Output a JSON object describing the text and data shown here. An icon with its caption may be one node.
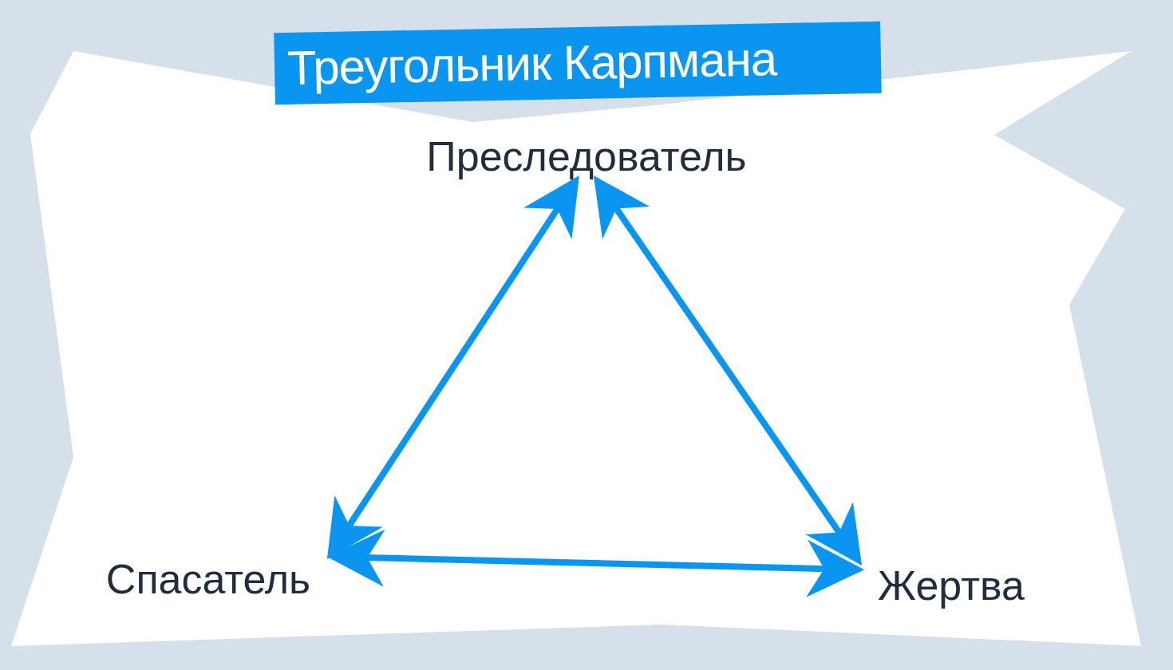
{
  "diagram": {
    "title": "Треугольник Карпмана",
    "nodes": [
      {
        "text": [
          "Преследователь"
        ]
      },
      {
        "text": [
          "Спасатель"
        ]
      },
      {
        "text": [
          "Жертва"
        ]
      }
    ],
    "edges": [
      {
        "from": 0,
        "to": 1,
        "arrow": "both"
      },
      {
        "from": 0,
        "to": 2,
        "arrow": "both"
      },
      {
        "from": 1,
        "to": 2,
        "arrow": "both"
      }
    ]
  }
}
